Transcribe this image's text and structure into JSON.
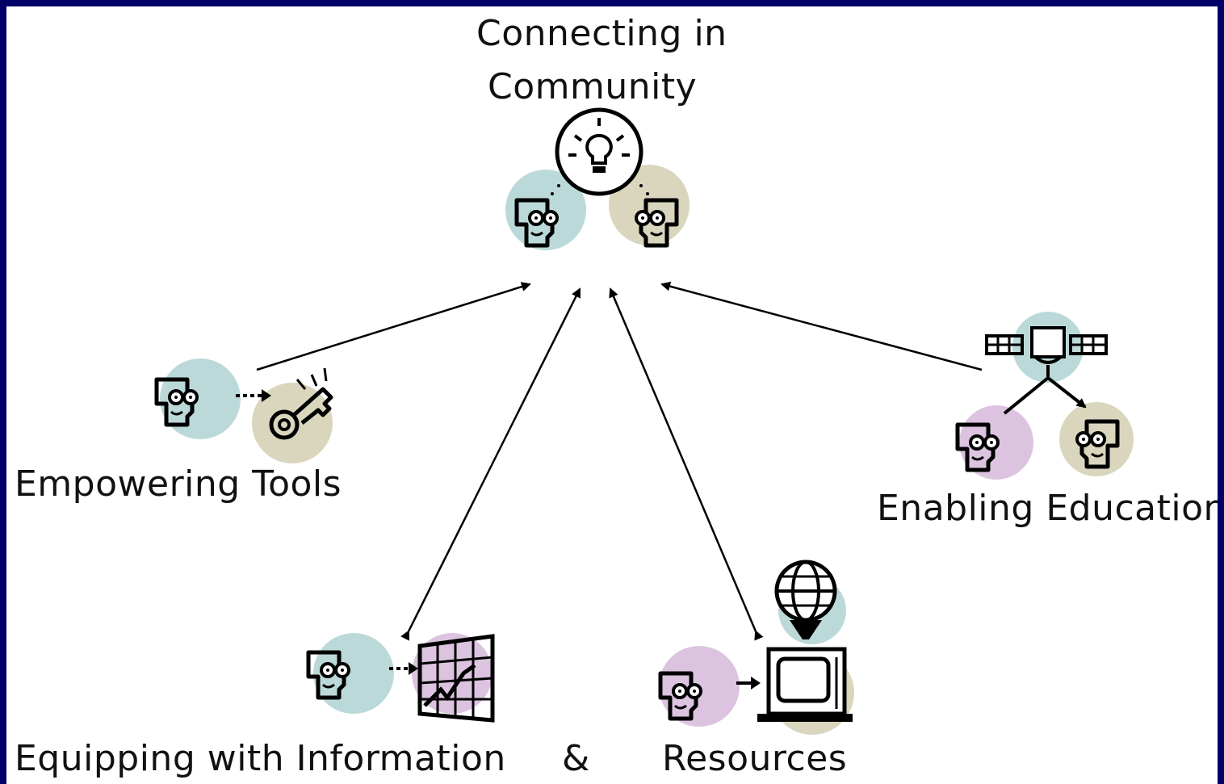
{
  "title": {
    "line1": "Connecting in",
    "line2": "Community"
  },
  "nodes": {
    "tools": "Empowering Tools",
    "education": "Enabling Education",
    "information": "Equipping with Information",
    "ampersand": "&",
    "resources": "Resources"
  },
  "colors": {
    "frame": "#000066",
    "teal_circle": "#bcd9d9",
    "olive_circle": "#d9d6bd",
    "lilac_circle": "#dcc3e0"
  }
}
